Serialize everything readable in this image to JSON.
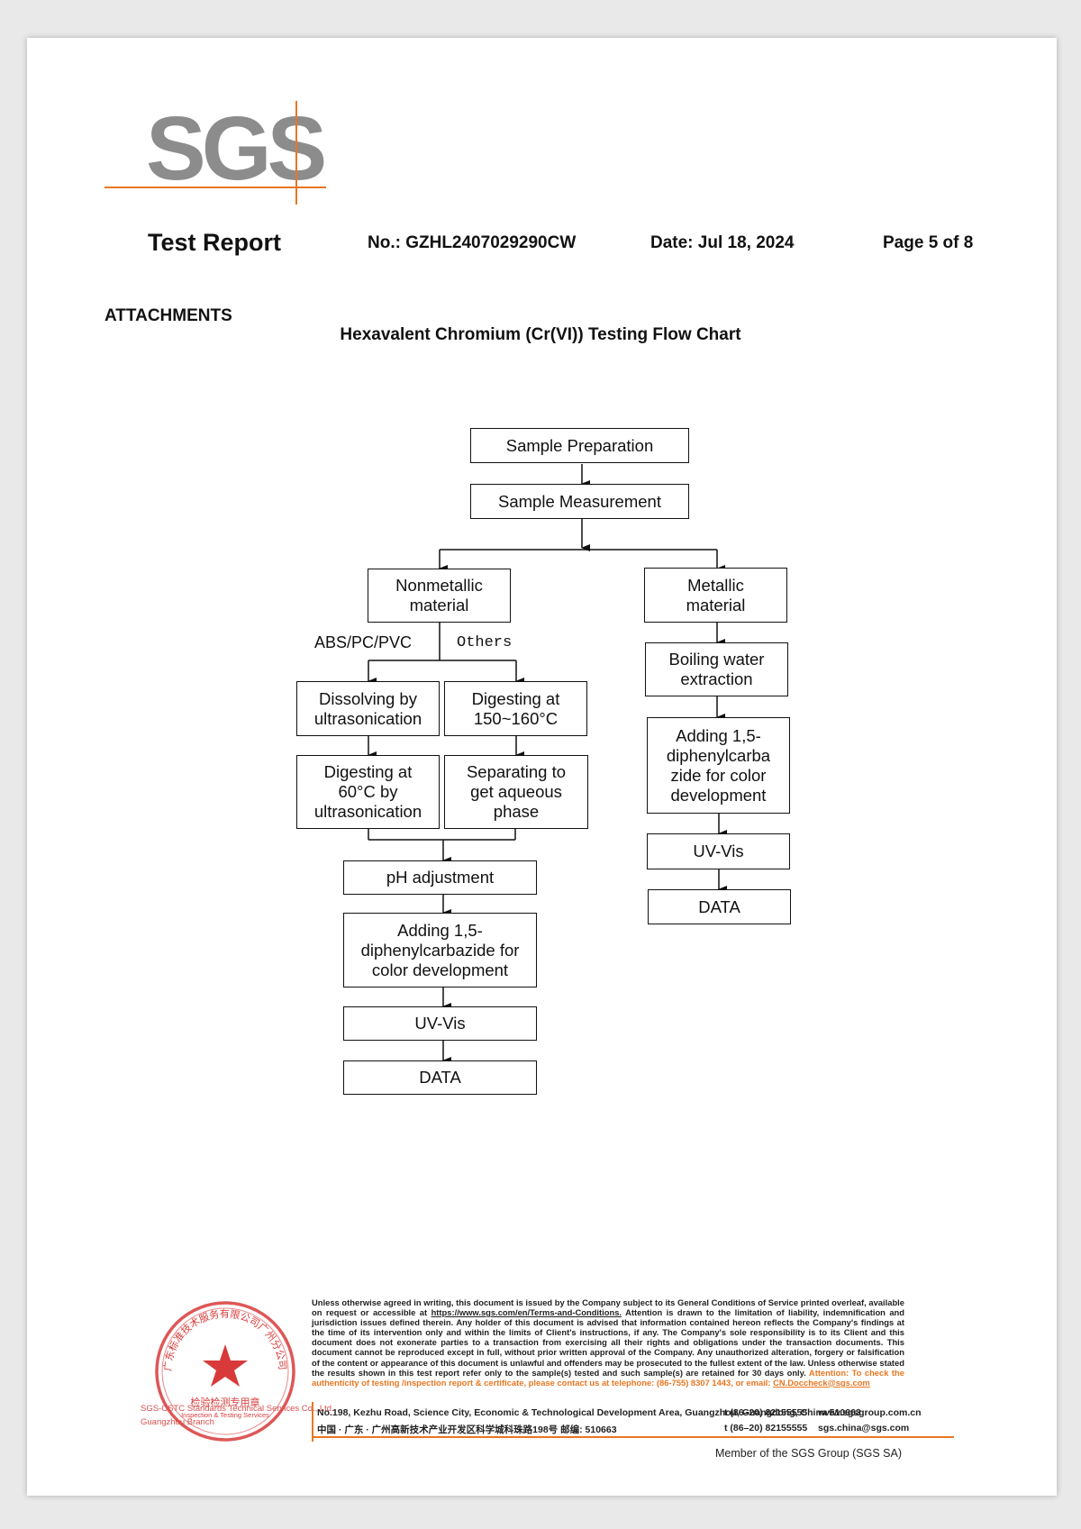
{
  "logo": {
    "text": "SGS"
  },
  "header": {
    "title": "Test Report",
    "report_no": "No.: GZHL2407029290CW",
    "date": "Date:  Jul 18, 2024",
    "page": "Page 5 of 8"
  },
  "section": "ATTACHMENTS",
  "flow_title": "Hexavalent Chromium (Cr(VI)) Testing Flow Chart",
  "flow": {
    "sample_prep": "Sample Preparation",
    "sample_meas": "Sample Measurement",
    "nonmetallic_1": "Nonmetallic",
    "nonmetallic_2": "material",
    "metallic_1": "Metallic",
    "metallic_2": "material",
    "label_abs": "ABS/PC/PVC",
    "label_others": "Others",
    "dissolve_1": "Dissolving by",
    "dissolve_2": "ultrasonication",
    "digest150_1": "Digesting at",
    "digest150_2": "150~160°C",
    "digest60_1": "Digesting at",
    "digest60_2": "60°C by",
    "digest60_3": "ultrasonication",
    "separate_1": "Separating to",
    "separate_2": "get aqueous",
    "separate_3": "phase",
    "ph": "pH adjustment",
    "adding_l_1": "Adding 1,5-",
    "adding_l_2": "diphenylcarbazide for",
    "adding_l_3": "color development",
    "uvvis_l": "UV-Vis",
    "data_l": "DATA",
    "boil_1": "Boiling water",
    "boil_2": "extraction",
    "adding_r_1": "Adding 1,5-",
    "adding_r_2": "diphenylcarba",
    "adding_r_3": "zide for color",
    "adding_r_4": "development",
    "uvvis_r": "UV-Vis",
    "data_r": "DATA"
  },
  "footer": {
    "legal_1": "Unless otherwise agreed in writing, this document is issued by the Company subject to its General Conditions of Service printed overleaf, available on request or accessible at ",
    "legal_link": "https://www.sgs.com/en/Terms-and-Conditions.",
    "legal_2": " Attention is drawn to the limitation of liability, indemnification and jurisdiction issues defined therein. Any holder of this document is advised that information contained hereon reflects the Company's findings at the time of its intervention only and within the limits of Client's instructions, if any. The Company's sole responsibility is to its Client and this document does not exonerate parties to a transaction from exercising all their rights and obligations under the transaction documents. This document cannot be reproduced except in full, without prior written approval of the Company. Any unauthorized alteration, forgery or falsification of the content or appearance of this document is unlawful and offenders may be prosecuted to the fullest extent of the law. Unless otherwise stated the results shown in this test report refer only to the sample(s) tested and such sample(s) are retained for 30 days only.",
    "attention_1": "Attention: To check the authenticity of testing /inspection report & certificate, please contact us at telephone: (86-755) 8307 1443, or email: ",
    "attention_email": "CN.Doccheck@sgs.com",
    "address_en": "No.198, Kezhu Road, Science City, Economic & Technological Development Area, Guangzhou, Guangdong, China  510663",
    "address_cn": "中国 · 广东 · 广州高新技术产业开发区科学城科珠路198号  邮编: 510663",
    "tel_1": "t (86–20) 82155555",
    "tel_2": "t (86–20) 82155555",
    "web": "www.sgsgroup.com.cn",
    "email": "sgs.china@sgs.com",
    "member": "Member of the SGS Group (SGS SA)",
    "stamp_left_1": "SGS-CSTC Standards Technical Services Co., Ltd.",
    "stamp_left_2": "Guangzhou Branch",
    "stamp_ring": "广东标准技术服务有限公司广州分公司",
    "stamp_center_cn": "检验检测专用章",
    "stamp_center_en": "Inspection & Testing Services"
  },
  "colors": {
    "accent": "#e87722",
    "stamp": "#d83a3a",
    "logo_gray": "#8c8c8c"
  }
}
